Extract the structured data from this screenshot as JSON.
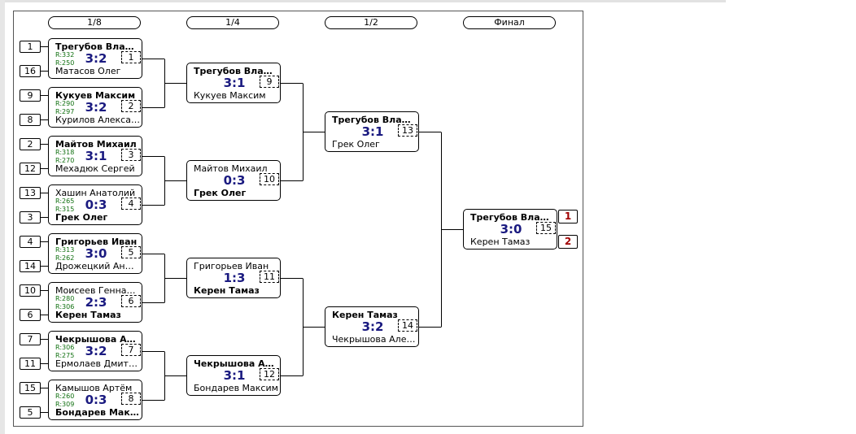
{
  "rounds": [
    "1/8",
    "1/4",
    "1/2",
    "Финал"
  ],
  "seeds": [
    "1",
    "16",
    "9",
    "8",
    "2",
    "12",
    "13",
    "3",
    "4",
    "14",
    "10",
    "6",
    "7",
    "11",
    "15",
    "5"
  ],
  "r16": [
    {
      "num": "1",
      "p1": "Трегубов Владислав",
      "p2": "Матасов Олег",
      "score": "3:2",
      "r1": "R:332",
      "r2": "R:250",
      "winner": 1
    },
    {
      "num": "2",
      "p1": "Кукуев Максим",
      "p2": "Курилов Александр",
      "score": "3:2",
      "r1": "R:290",
      "r2": "R:297",
      "winner": 1
    },
    {
      "num": "3",
      "p1": "Майтов Михаил",
      "p2": "Мехадюк Сергей",
      "score": "3:1",
      "r1": "R:318",
      "r2": "R:270",
      "winner": 1
    },
    {
      "num": "4",
      "p1": "Хашин Анатолий",
      "p2": "Грек Олег",
      "score": "0:3",
      "r1": "R:265",
      "r2": "R:315",
      "winner": 2
    },
    {
      "num": "5",
      "p1": "Григорьев Иван",
      "p2": "Дрожецкий Андрей",
      "score": "3:0",
      "r1": "R:313",
      "r2": "R:262",
      "winner": 1
    },
    {
      "num": "6",
      "p1": "Моисеев Геннадий",
      "p2": "Керен Тамаз",
      "score": "2:3",
      "r1": "R:280",
      "r2": "R:306",
      "winner": 2
    },
    {
      "num": "7",
      "p1": "Чекрышова Алена",
      "p2": "Ермолаев Дмитрий",
      "score": "3:2",
      "r1": "R:306",
      "r2": "R:275",
      "winner": 1
    },
    {
      "num": "8",
      "p1": "Камышов Артём",
      "p2": "Бондарев Максим",
      "score": "0:3",
      "r1": "R:260",
      "r2": "R:309",
      "winner": 2
    }
  ],
  "qf": [
    {
      "num": "9",
      "p1": "Трегубов Владислав",
      "p2": "Кукуев Максим",
      "score": "3:1",
      "winner": 1
    },
    {
      "num": "10",
      "p1": "Майтов Михаил",
      "p2": "Грек Олег",
      "score": "0:3",
      "winner": 2
    },
    {
      "num": "11",
      "p1": "Григорьев Иван",
      "p2": "Керен Тамаз",
      "score": "1:3",
      "winner": 2
    },
    {
      "num": "12",
      "p1": "Чекрышова Алена",
      "p2": "Бондарев Максим",
      "score": "3:1",
      "winner": 1
    }
  ],
  "sf": [
    {
      "num": "13",
      "p1": "Трегубов Владислав",
      "p2": "Грек Олег",
      "score": "3:1",
      "winner": 1
    },
    {
      "num": "14",
      "p1": "Керен Тамаз",
      "p2": "Чекрышова Алена",
      "score": "3:2",
      "winner": 1
    }
  ],
  "final": {
    "num": "15",
    "p1": "Трегубов Владислав",
    "p2": "Керен Тамаз",
    "score": "3:0",
    "winner": 1
  },
  "places": [
    "1",
    "2"
  ]
}
